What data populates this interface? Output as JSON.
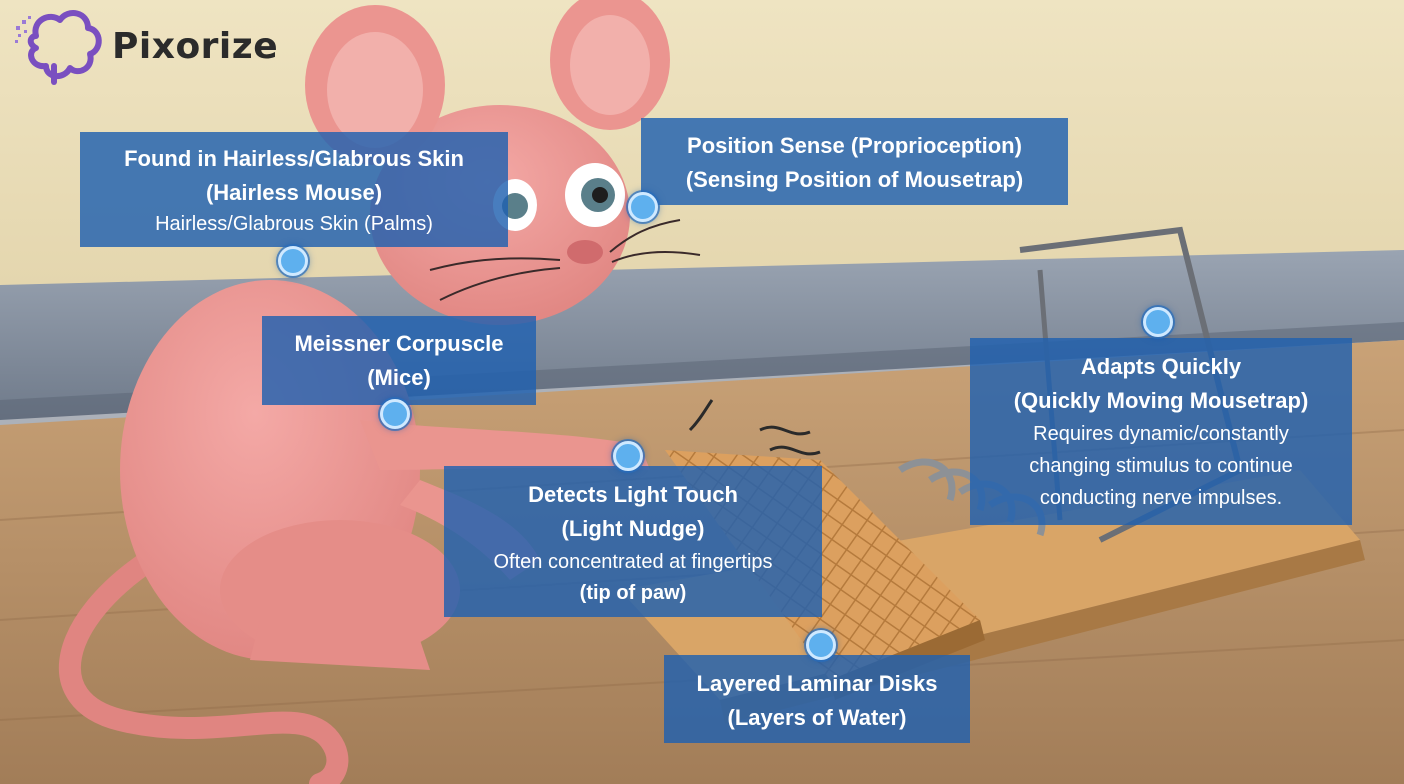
{
  "brand": {
    "name": "Pixorize",
    "icon": "brain-icon"
  },
  "cards": {
    "hairless": {
      "title": "Found in Hairless/Glabrous Skin",
      "subtitle": "(Hairless Mouse)",
      "detail": "Hairless/Glabrous Skin (Palms)"
    },
    "position": {
      "title": "Position Sense (Proprioception)",
      "subtitle": "(Sensing Position of Mousetrap)"
    },
    "meissner": {
      "title": "Meissner Corpuscle",
      "subtitle": "(Mice)"
    },
    "adapts": {
      "title": "Adapts Quickly",
      "subtitle": "(Quickly Moving Mousetrap)",
      "detail_lines": [
        "Requires dynamic/constantly",
        "changing stimulus to continue",
        "conducting nerve impulses."
      ]
    },
    "light_touch": {
      "title": "Detects Light Touch",
      "subtitle": "(Light Nudge)",
      "detail": "Often concentrated at fingertips",
      "detail_bold": "(tip of paw)"
    },
    "laminar": {
      "title": "Layered Laminar Disks",
      "subtitle": "(Layers of Water)"
    }
  },
  "colors": {
    "card_bg": "#2060b0",
    "marker": "#5eb0ee",
    "brand_purple": "#7a4fc0"
  }
}
